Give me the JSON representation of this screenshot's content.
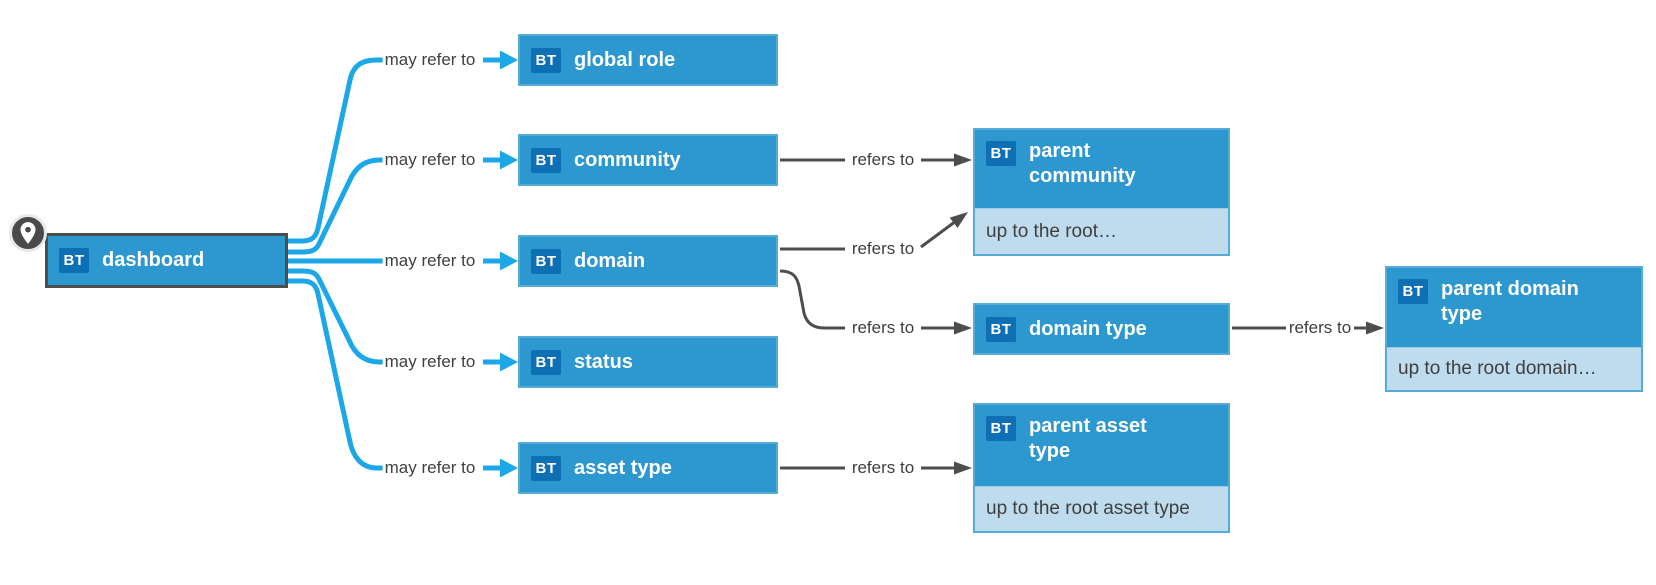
{
  "diagram": {
    "badge": "BT",
    "edge_labels": {
      "may_refer_to": "may refer to",
      "refers_to": "refers to"
    },
    "nodes": {
      "dashboard": {
        "label": "dashboard"
      },
      "global_role": {
        "label": "global role"
      },
      "community": {
        "label": "community"
      },
      "domain": {
        "label": "domain"
      },
      "status": {
        "label": "status"
      },
      "asset_type": {
        "label": "asset type"
      },
      "parent_community": {
        "label": "parent community",
        "note": "up to the root…"
      },
      "domain_type": {
        "label": "domain type"
      },
      "parent_domain_type": {
        "label": "parent domain type",
        "note": "up to the root domain…"
      },
      "parent_asset_type": {
        "label": "parent asset type",
        "note": "up to the root asset type"
      }
    },
    "edges": [
      {
        "from": "dashboard",
        "to": "global_role",
        "label": "may refer to"
      },
      {
        "from": "dashboard",
        "to": "community",
        "label": "may refer to"
      },
      {
        "from": "dashboard",
        "to": "domain",
        "label": "may refer to"
      },
      {
        "from": "dashboard",
        "to": "status",
        "label": "may refer to"
      },
      {
        "from": "dashboard",
        "to": "asset_type",
        "label": "may refer to"
      },
      {
        "from": "community",
        "to": "parent_community",
        "label": "refers to"
      },
      {
        "from": "domain",
        "to": "parent_community",
        "label": "refers to"
      },
      {
        "from": "domain",
        "to": "domain_type",
        "label": "refers to"
      },
      {
        "from": "domain_type",
        "to": "parent_domain_type",
        "label": "refers to"
      },
      {
        "from": "asset_type",
        "to": "parent_asset_type",
        "label": "refers to"
      }
    ],
    "colors": {
      "node_fill": "#2d97cf",
      "node_border": "#57abdb",
      "badge_fill": "#0e6fb4",
      "note_fill": "#bedced",
      "edge_cyan": "#1ba7e8",
      "edge_gray": "#4d4d4d",
      "label_text": "#3f3f3f",
      "root_border": "#4d4d4d"
    }
  }
}
